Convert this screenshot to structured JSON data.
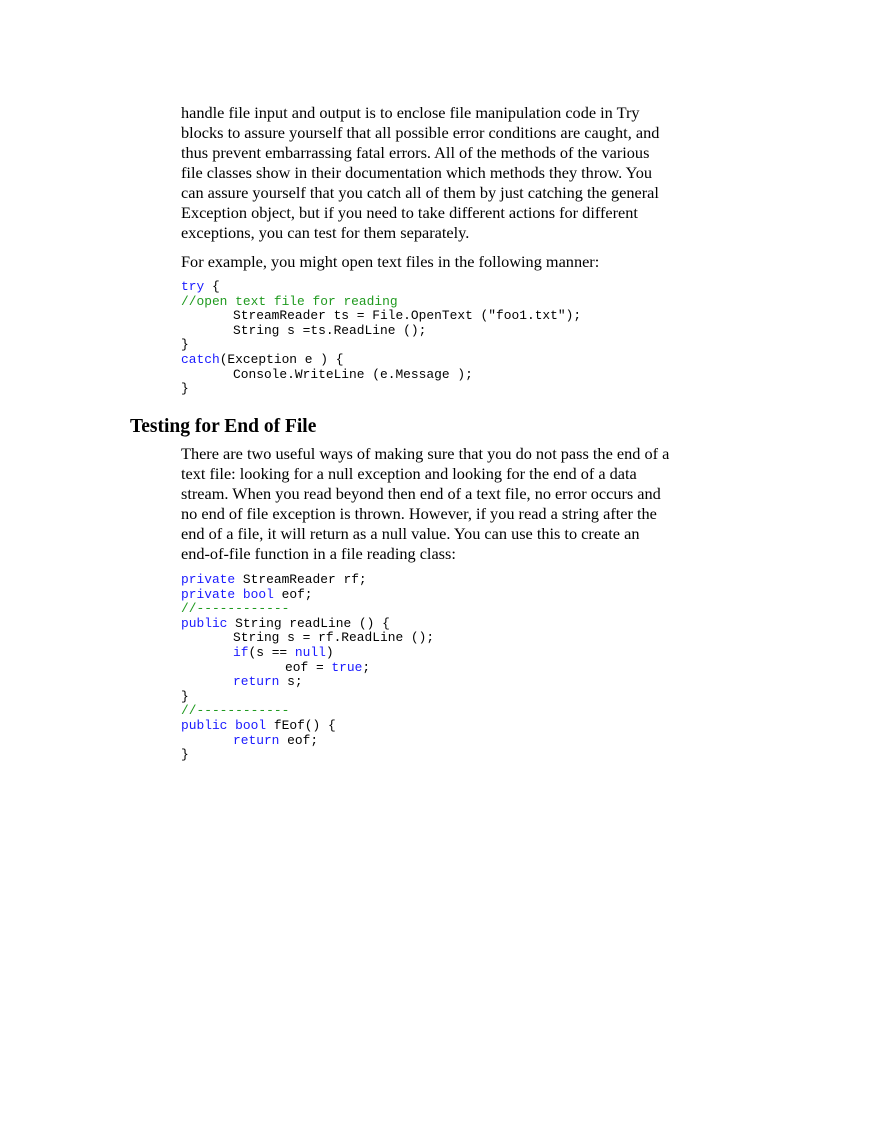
{
  "intro_paragraph": [
    "handle file input and output is to enclose file manipulation code in Try",
    "blocks to assure yourself that all possible error conditions are caught, and",
    "thus prevent embarrassing fatal errors. All of the methods of the various",
    "file classes show in their documentation which methods they throw. You",
    "can assure yourself that you catch all of them by just catching the general",
    "Exception object, but if you need to take different actions for different",
    "exceptions, you can test for them separately."
  ],
  "example_intro": "For example, you might open text files in the following manner:",
  "code_block_1": [
    {
      "indent": 0,
      "tokens": [
        [
          "kw",
          "try"
        ],
        [
          "",
          "{"
        ]
      ]
    },
    {
      "indent": 0,
      "tokens": [
        [
          "cm",
          "//open text file for reading"
        ]
      ]
    },
    {
      "indent": 1,
      "tokens": [
        [
          "",
          "StreamReader ts = File.OpenText (\"foo1.txt\");"
        ]
      ]
    },
    {
      "indent": 1,
      "tokens": [
        [
          "",
          "String s =ts.ReadLine ();"
        ]
      ]
    },
    {
      "indent": 0,
      "tokens": [
        [
          "",
          "}"
        ]
      ]
    },
    {
      "indent": 0,
      "tokens": [
        [
          "kw",
          "catch"
        ],
        [
          "",
          "(Exception e ) {"
        ]
      ]
    },
    {
      "indent": 1,
      "tokens": [
        [
          "",
          "Console.WriteLine (e.Message );"
        ]
      ]
    },
    {
      "indent": 0,
      "tokens": [
        [
          "",
          "}"
        ]
      ]
    }
  ],
  "section_heading": "Testing for End of File",
  "eof_paragraph": [
    "There are two useful ways of making sure that you do not pass the end of a",
    "text file: looking for a null exception and looking for the end of a data",
    "stream. When you read beyond then end of a text file, no error occurs and",
    "no end of file exception is thrown. However, if you read a string after the",
    "end of a file, it will return as a null value. You can use this to create an",
    "end-of-file function in a file reading class:"
  ],
  "code_block_2": [
    {
      "indent": 0,
      "tokens": [
        [
          "kw",
          "private"
        ],
        [
          "",
          " StreamReader rf;"
        ]
      ]
    },
    {
      "indent": 0,
      "tokens": [
        [
          "kw",
          "private"
        ],
        [
          "",
          " "
        ],
        [
          "kw",
          "bool"
        ],
        [
          "",
          " eof;"
        ]
      ]
    },
    {
      "indent": 0,
      "tokens": [
        [
          "cm",
          "//------------"
        ]
      ]
    },
    {
      "indent": 0,
      "tokens": [
        [
          "kw",
          "public"
        ],
        [
          "",
          " String readLine () {"
        ]
      ]
    },
    {
      "indent": 1,
      "tokens": [
        [
          "",
          "String s = rf.ReadLine ();"
        ]
      ]
    },
    {
      "indent": 1,
      "tokens": [
        [
          "kw",
          "if"
        ],
        [
          "",
          "(s == "
        ],
        [
          "kw",
          "null"
        ],
        [
          "",
          ")"
        ]
      ]
    },
    {
      "indent": 2,
      "tokens": [
        [
          "",
          "eof = "
        ],
        [
          "kw",
          "true"
        ],
        [
          "",
          ";"
        ]
      ]
    },
    {
      "indent": 1,
      "tokens": [
        [
          "kw",
          "return"
        ],
        [
          "",
          " s;"
        ]
      ]
    },
    {
      "indent": 0,
      "tokens": [
        [
          "",
          "}"
        ]
      ]
    },
    {
      "indent": 0,
      "tokens": [
        [
          "cm",
          "//------------"
        ]
      ]
    },
    {
      "indent": 0,
      "tokens": [
        [
          "kw",
          "public"
        ],
        [
          "",
          " "
        ],
        [
          "kw",
          "bool"
        ],
        [
          "",
          " fEof() {"
        ]
      ]
    },
    {
      "indent": 1,
      "tokens": [
        [
          "kw",
          "return"
        ],
        [
          "",
          " eof;"
        ]
      ]
    },
    {
      "indent": 0,
      "tokens": [
        [
          "",
          "}"
        ]
      ]
    }
  ],
  "colors": {
    "keyword": "#1a1aff",
    "comment": "#1f9a1f",
    "text": "#000000"
  }
}
